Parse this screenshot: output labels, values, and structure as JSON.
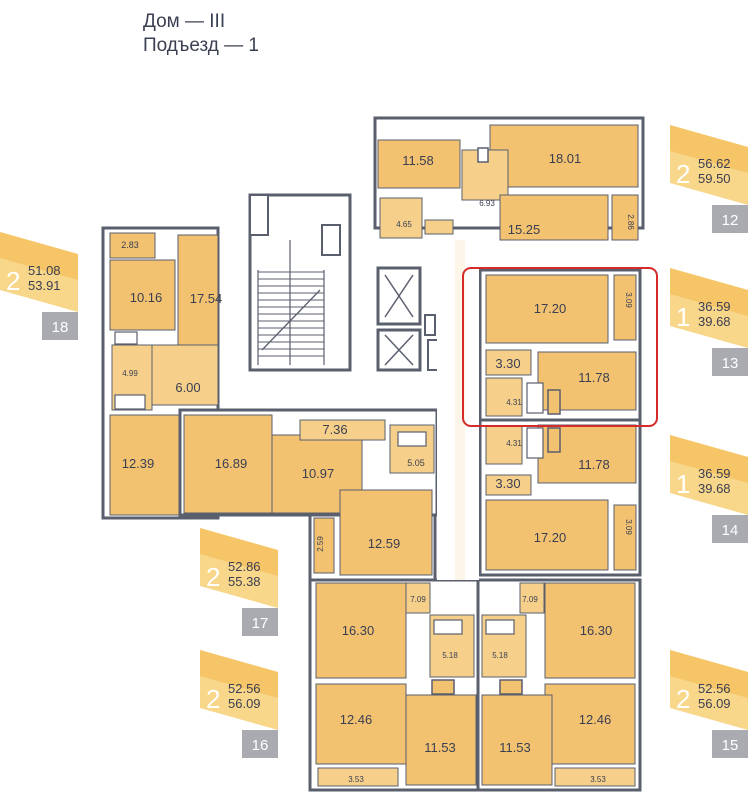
{
  "header": {
    "house_line": "Дом — III",
    "entrance_line": "Подъезд — 1"
  },
  "colors": {
    "room_fill": "#f2c271",
    "room_fill_light": "#f6d08a",
    "corridor_fill": "#f9e6bd",
    "wall": "#5a5f6e",
    "badge_yellow": "#f2b84a",
    "badge_light": "#f8d68a",
    "badge_gray": "#a9abb0",
    "highlight": "#d62b2b"
  },
  "apartments": [
    {
      "id": "18",
      "rooms": "2",
      "area_living": "51.08",
      "area_total": "53.91",
      "number": "18"
    },
    {
      "id": "12",
      "rooms": "2",
      "area_living": "56.62",
      "area_total": "59.50",
      "number": "12"
    },
    {
      "id": "13",
      "rooms": "1",
      "area_living": "36.59",
      "area_total": "39.68",
      "number": "13"
    },
    {
      "id": "14",
      "rooms": "1",
      "area_living": "36.59",
      "area_total": "39.68",
      "number": "14"
    },
    {
      "id": "17",
      "rooms": "2",
      "area_living": "52.86",
      "area_total": "55.38",
      "number": "17"
    },
    {
      "id": "16",
      "rooms": "2",
      "area_living": "52.56",
      "area_total": "56.09",
      "number": "16"
    },
    {
      "id": "15",
      "rooms": "2",
      "area_living": "52.56",
      "area_total": "56.09",
      "number": "15"
    }
  ],
  "room_labels": [
    "11.58",
    "18.01",
    "6.93",
    "4.65",
    "15.25",
    "2.86",
    "2.83",
    "10.16",
    "17.54",
    "4.99",
    "6.00",
    "12.39",
    "17.20",
    "3.09",
    "3.30",
    "11.78",
    "4.31",
    "4.31",
    "11.78",
    "3.30",
    "17.20",
    "3.09",
    "16.89",
    "7.36",
    "10.97",
    "5.05",
    "2.59",
    "12.59",
    "7.09",
    "16.30",
    "5.18",
    "12.46",
    "11.53",
    "3.53",
    "7.09",
    "16.30",
    "5.18",
    "12.46",
    "11.53",
    "3.53"
  ]
}
